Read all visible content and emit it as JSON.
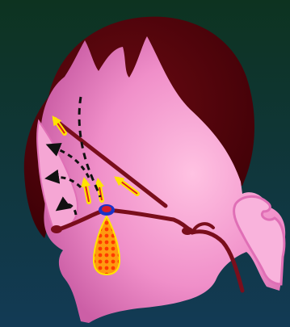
{
  "colors": {
    "background_top": "#0d3320",
    "background_bottom": "#123a55",
    "tissue_light": "#ffc2e2",
    "tissue_mid": "#f08fc9",
    "tissue_dark": "#cc5fa6",
    "cap_dark": "#3d0006",
    "cap_mid": "#6a0a12",
    "vessel": "#7a0e1c",
    "arrow_yellow": "#ffe400",
    "arrow_red": "#e02020",
    "dashed_arrow": "#111111",
    "blob_orange": "#ff9a10",
    "blob_dots": "#ff3a00",
    "node_blue": "#1a33c8",
    "node_red": "#d6192a"
  },
  "diagram": {
    "elements": [
      "upper-cap",
      "tissue-body",
      "left-protrusion",
      "right-hook",
      "horizontal-vessel",
      "oblique-vessel",
      "right-hook-vessel",
      "central-node",
      "yellow-flow-arrows",
      "dashed-flow-arrows",
      "lower-lesion-blob"
    ],
    "yellow_arrow_count": 4,
    "dashed_arrow_count": 4
  }
}
